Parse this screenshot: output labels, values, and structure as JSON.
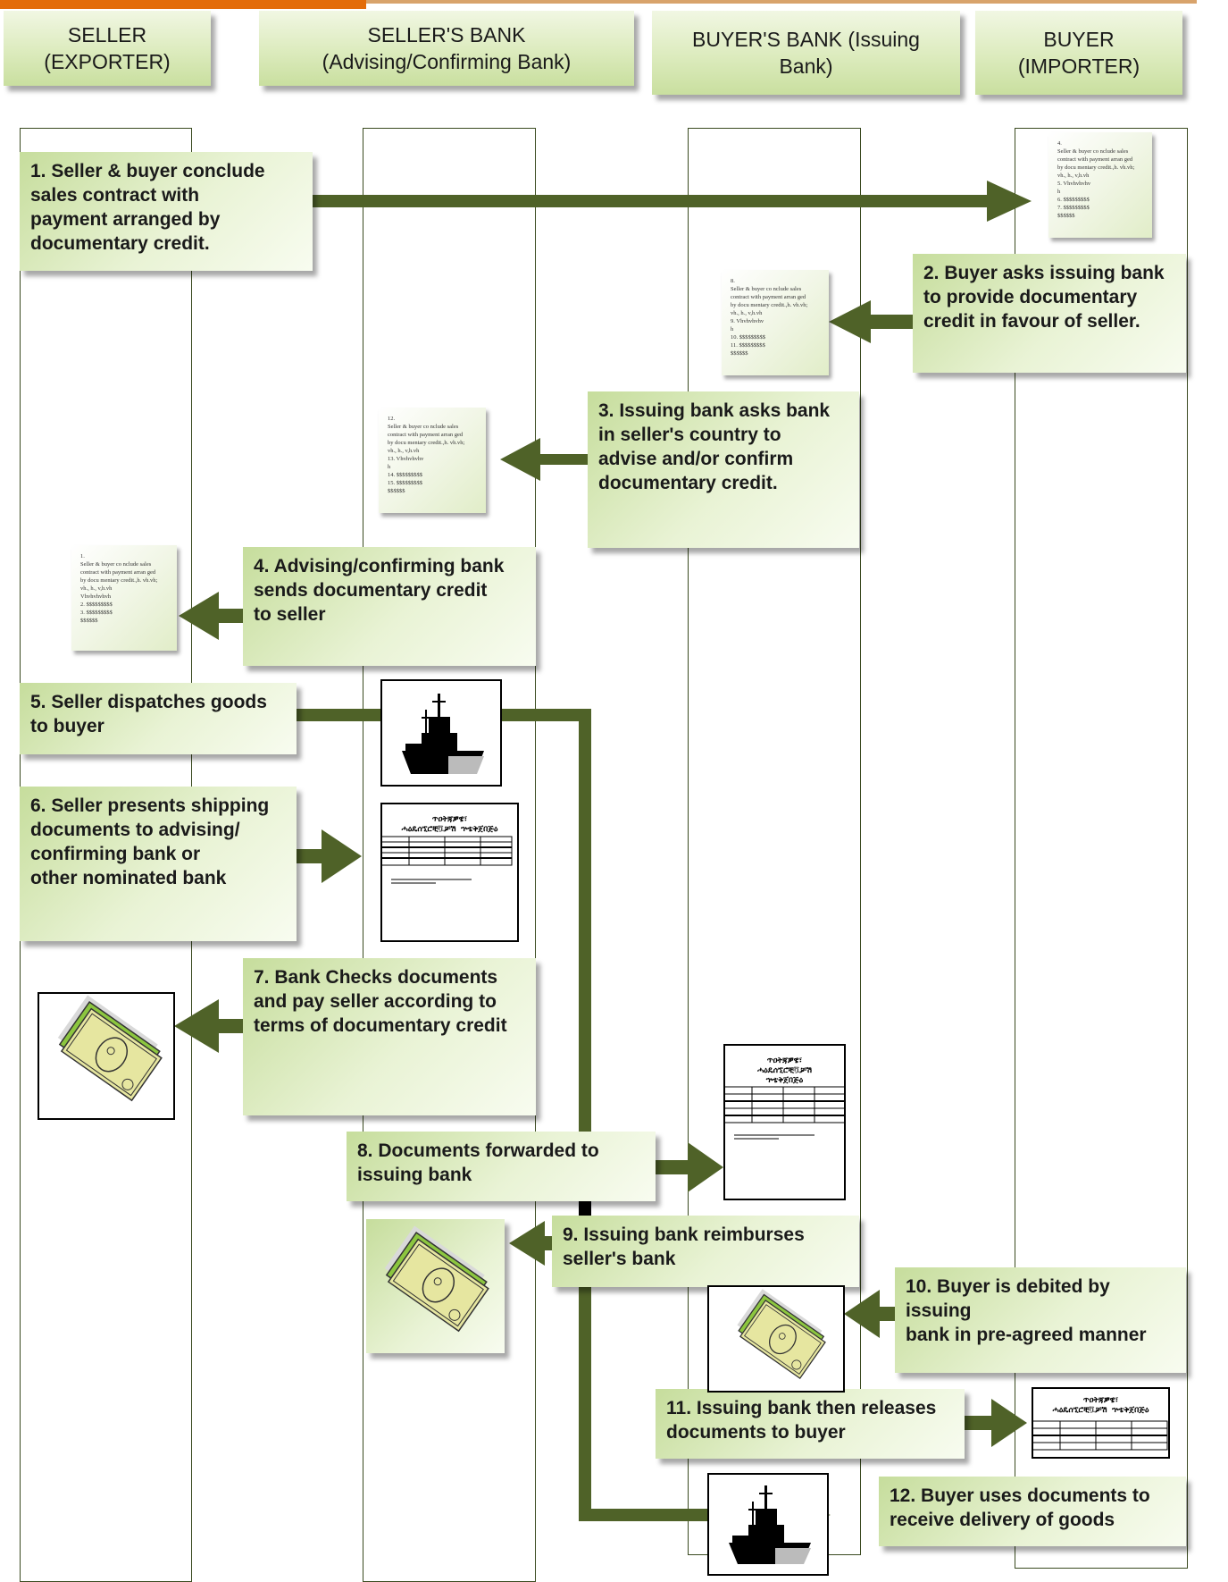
{
  "headers": {
    "seller": "SELLER\n(EXPORTER)",
    "sellers_bank": "SELLER'S BANK\n(Advising/Confirming Bank)",
    "buyers_bank": "BUYER'S BANK (Issuing\nBank)",
    "buyer": "BUYER\n(IMPORTER)"
  },
  "steps": {
    "s1": "1. Seller & buyer conclude\n      sales contract with\n      payment arranged by\n      documentary credit.",
    "s2": "2. Buyer asks issuing bank\n    to provide documentary\n    credit in favour of seller.",
    "s3": "3.  Issuing bank asks bank\n     in seller's country to\n     advise and/or confirm\n     documentary credit.",
    "s4": "4.  Advising/confirming bank\n     sends documentary credit\n     to seller",
    "s5": "5.  Seller dispatches goods\n      to buyer",
    "s6": "6.  Seller presents shipping\n      documents to advising/\n      confirming bank or\n      other nominated bank",
    "s7": "7. Bank Checks documents\n    and pay seller according to\n    terms of documentary credit",
    "s8": "8. Documents forwarded to\n    issuing bank",
    "s9": "9. Issuing bank reimburses\n    seller's bank",
    "s10": "10. Buyer is debited by issuing\n       bank in pre-agreed manner",
    "s11": "11. Issuing bank then releases\n       documents to buyer",
    "s12": "12. Buyer uses documents to\n       receive delivery of goods"
  },
  "doc_snippets": {
    "d1": "4.\nSeller & buyer co   nclude sales\ncontract with payment arran  ged\nby docu mentary credit.,h. vh.vh;\nvh., h., v,h.vh\n5.                         Vhvhvhvhv\n                             h\n6.                         $$$$$$$$$\n7.                         $$$$$$$$$\n                             $$$$$$",
    "d2": "8.\nSeller & buyer co   nclude sales\ncontract with payment arran  ged\nby docu mentary credit.,h. vh.vh;\nvh., h., v,h.vh\n9.                         Vhvhvhvhv\n                             h\n10.                       $$$$$$$$$\n11.                       $$$$$$$$$\n                             $$$$$$",
    "d3": "12.\nSeller & buyer co   nclude sales\ncontract with payment arran  ged\nby docu mentary credit.,h. vh.vh;\nvh., h., v,h.vh\n13.                       Vhvhvhvhv\n                             h\n14.                       $$$$$$$$$\n15.                       $$$$$$$$$\n                             $$$$$$",
    "d4": "1.\nSeller & buyer co   nclude sales\ncontract with payment arran  ged\nby docu mentary credit.,h. vh.vh;\nvh., h., v,h.vh\nVhvhvhvhvh\n2.                         $$$$$$$$$\n3.                         $$$$$$$$$\n                             $$$$$$"
  },
  "form_titles": {
    "f1": "ጥዐትጃቓዌ፣\nሓዕዴሰኚሮቺቯቻሽ ኍቴቅጀበጅዕ",
    "f2": "ጥዐትጃቓዌ፣\nሓዕዴሰኚሮቺቯቻሽ\nኍቴቅጀበጅዕ",
    "f3": "ጥዐትጃቓዌ፣\nሓዕዴሰኚሮቺቯቻሽ ኍቴቅጀበጅዕ"
  },
  "colors": {
    "arrow": "#4f6228",
    "flow_line": "#4f6228",
    "box_dark": "#c6dd9c",
    "box_light": "#f8fcf0",
    "accent": "#e36c0a"
  }
}
